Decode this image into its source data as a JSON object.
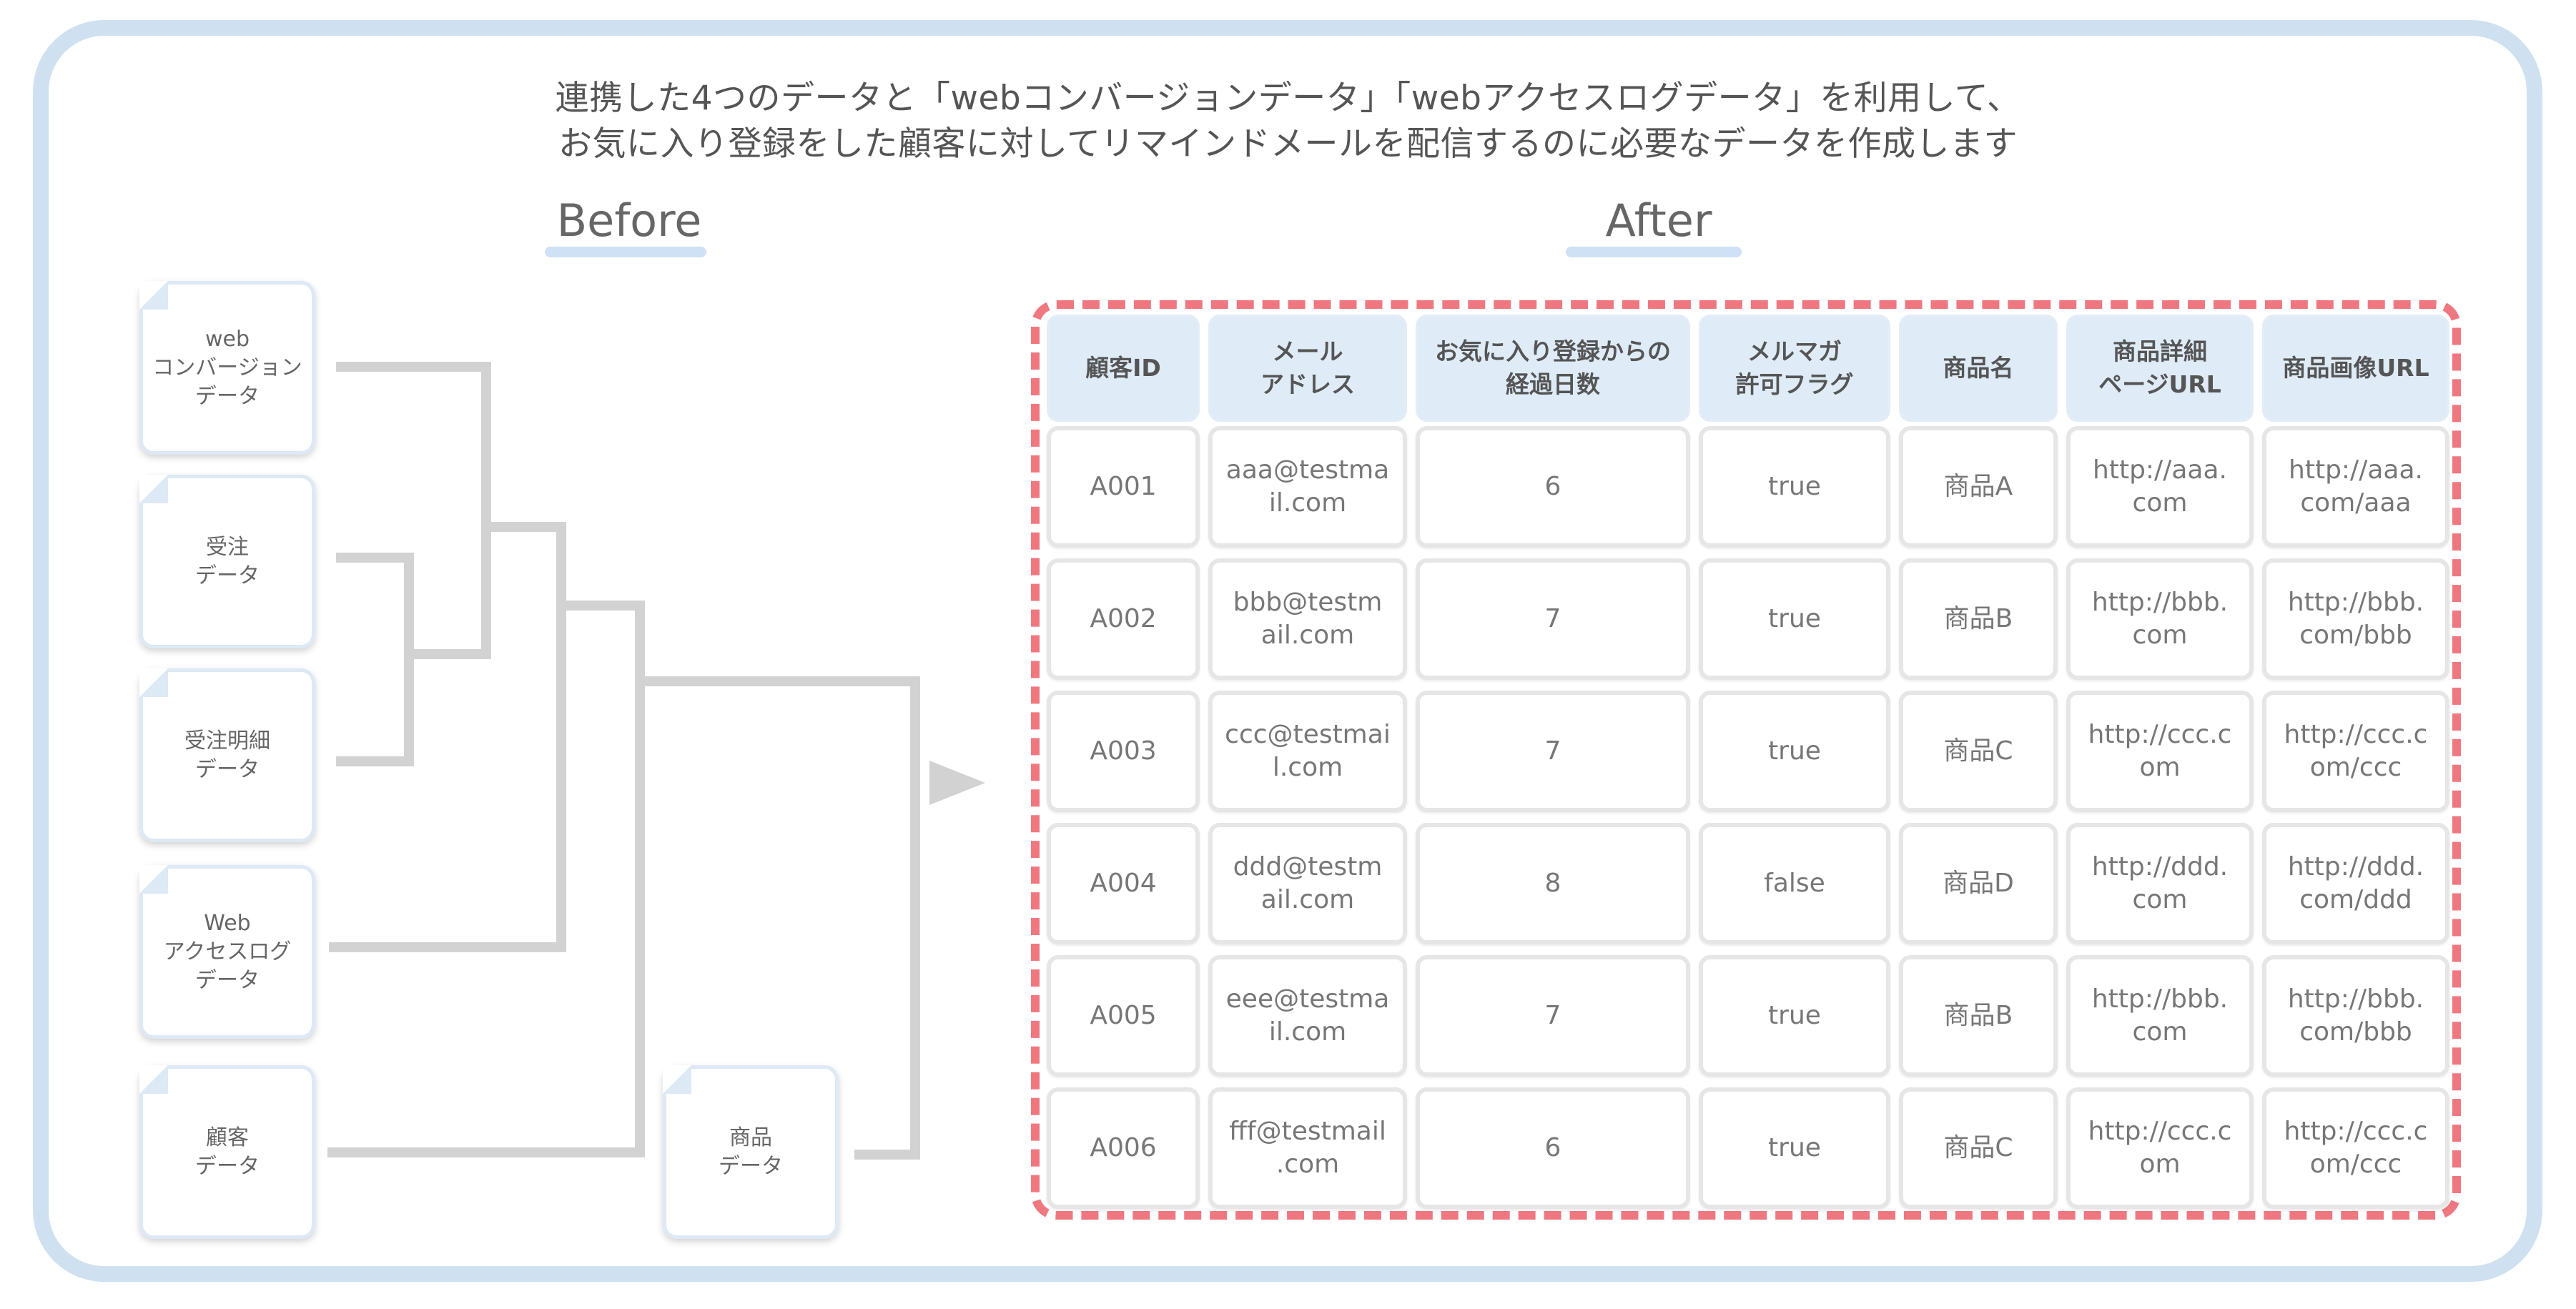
{
  "headline": {
    "line1": "連携した4つのデータと「webコンバージョンデータ」「webアクセスログデータ」を利用して、",
    "line2": "お気に入り登録をした顧客に対してリマインドメールを配信するのに必要なデータを作成します"
  },
  "before_label": "Before",
  "after_label": "After",
  "sources": {
    "web_conversion": "web\nコンバージョン\nデータ",
    "orders": "受注\nデータ",
    "order_details": "受注明細\nデータ",
    "web_access_log": "Web\nアクセスログ\nデータ",
    "customers": "顧客\nデータ",
    "products": "商品\nデータ"
  },
  "table": {
    "headers": [
      "顧客ID",
      "メール\nアドレス",
      "お気に入り登録からの\n経過日数",
      "メルマガ\n許可フラグ",
      "商品名",
      "商品詳細\nページURL",
      "商品画像URL"
    ],
    "rows": [
      [
        "A001",
        "aaa@testma\nil.com",
        "6",
        "true",
        "商品A",
        "http://aaa.\ncom",
        "http://aaa.\ncom/aaa"
      ],
      [
        "A002",
        "bbb@testm\nail.com",
        "7",
        "true",
        "商品B",
        "http://bbb.\ncom",
        "http://bbb.\ncom/bbb"
      ],
      [
        "A003",
        "ccc@testmai\nl.com",
        "7",
        "true",
        "商品C",
        "http://ccc.c\nom",
        "http://ccc.c\nom/ccc"
      ],
      [
        "A004",
        "ddd@testm\nail.com",
        "8",
        "false",
        "商品D",
        "http://ddd.\ncom",
        "http://ddd.\ncom/ddd"
      ],
      [
        "A005",
        "eee@testma\nil.com",
        "7",
        "true",
        "商品B",
        "http://bbb.\ncom",
        "http://bbb.\ncom/bbb"
      ],
      [
        "A006",
        "fff@testmail\n.com",
        "6",
        "true",
        "商品C",
        "http://ccc.c\nom",
        "http://ccc.c\nom/ccc"
      ]
    ]
  },
  "colors": {
    "frame": "#cfe1f1",
    "connector": "#d2d2d2",
    "dashed_border": "#ef7880",
    "header_fill": "#dfecf8"
  }
}
